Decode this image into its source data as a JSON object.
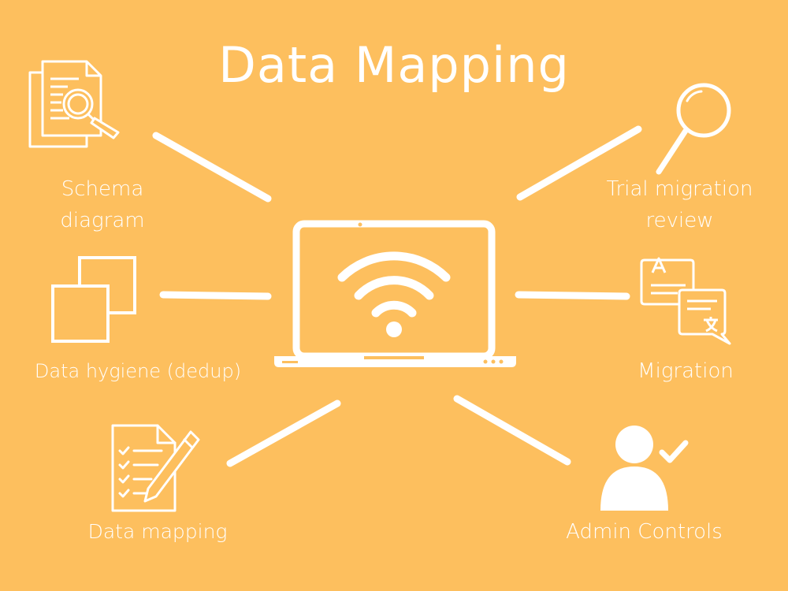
{
  "title": "Data Mapping",
  "labels": {
    "schema_line1": "Schema",
    "schema_line2": "diagram",
    "hygiene": "Data hygiene (dedup)",
    "mapping": "Data mapping",
    "trial_line1": "Trial migration",
    "trial_line2": "review",
    "migration": "Migration",
    "admin": "Admin Controls"
  },
  "icons": {
    "schema": "document-search-icon",
    "hygiene": "copy-squares-icon",
    "mapping": "checklist-pencil-icon",
    "trial": "magnifier-icon",
    "migration": "translate-icon",
    "admin": "user-check-icon",
    "center": "laptop-wifi-icon"
  },
  "colors": {
    "background": "#FDBF5E",
    "foreground": "#FFFFFF"
  }
}
